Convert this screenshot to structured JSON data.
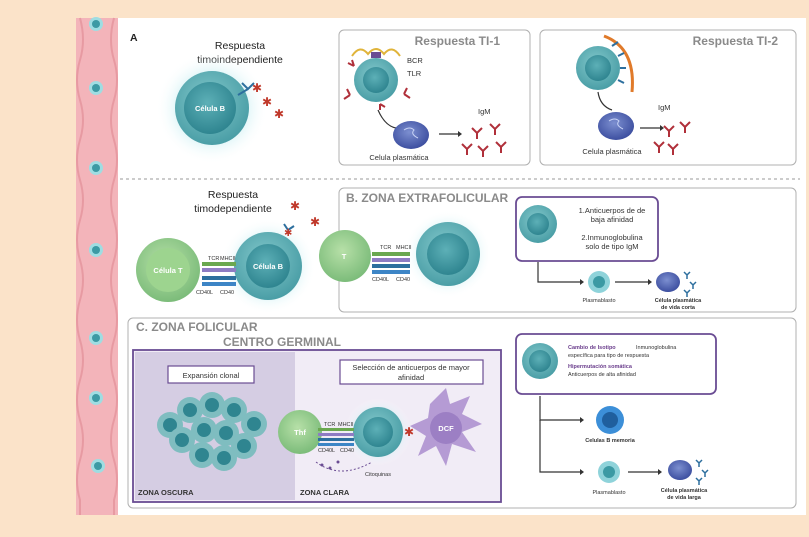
{
  "section_a": {
    "label": "A",
    "ti_response_title": [
      "Respuesta",
      "timoindependiente"
    ],
    "b_cell_label": "Célula B",
    "ti1": {
      "title": "Respuesta TI-1",
      "bcr": "BCR",
      "tlr": "TLR",
      "igm": "IgM",
      "plasma_label": "Celula plasmática"
    },
    "ti2": {
      "title": "Respuesta TI-2",
      "igm": "IgM",
      "plasma_label": "Celula plasmática"
    },
    "td_response_title": [
      "Respuesta",
      "timodependiente"
    ],
    "t_cell_label": "Célula T",
    "b_cell_label_2": "Célula B",
    "synapse": {
      "tcr": "TCR",
      "mhcii": "MHCII",
      "cd40l": "CD40L",
      "cd40": "CD40"
    }
  },
  "section_b": {
    "title": "B. ZONA EXTRAFOLICULAR",
    "t_label": "T",
    "synapse": {
      "tcr": "TCR",
      "mhcii": "MHCII",
      "cd40l": "CD40L",
      "cd40": "CD40"
    },
    "box_lines": [
      "1.Anticuerpos de de",
      "baja afinidad",
      "2.Inmunoglobulina",
      "solo de tipo IgM"
    ],
    "plasmablast": "Plasmablasto",
    "plasma_short": [
      "Célula plasmática",
      "de vida corta"
    ]
  },
  "section_c": {
    "title": "C. ZONA FOLICULAR",
    "germinal_center": "CENTRO GERMINAL",
    "clonal_expansion": "Expansión clonal",
    "selection": [
      "Selección de anticuerpos de mayor",
      "afinidad"
    ],
    "dark_zone": "ZONA OSCURA",
    "light_zone": "ZONA CLARA",
    "thf_label": "Thf",
    "dcf_label": "DCF",
    "cytokines": "Citoquinas",
    "synapse": {
      "tcr": "TCR",
      "mhcii": "MHCII",
      "cd40l": "CD40L",
      "cd40": "CD40"
    },
    "box": {
      "isotype_title": "Cambio de Isotipo",
      "isotype_text_1": "Inmunoglobulina",
      "isotype_text_2": "específica para tipo de respuesta",
      "hyper_title": "Hipermutación somática",
      "hyper_text": "Anticuerpos de alta afinidad"
    },
    "memory": "Celulas B memoria",
    "plasmablast": "Plasmablasto",
    "plasma_long": [
      "Célula plasmática",
      "de vida larga"
    ]
  },
  "colors": {
    "background": "#fbe3c9",
    "vessel": "#f3b4ba",
    "cell_teal": "#5fb3b8",
    "t_cell_green": "#8cc98a",
    "border_purple": "#6a4c93",
    "dcf_purple": "#b59bd4"
  }
}
